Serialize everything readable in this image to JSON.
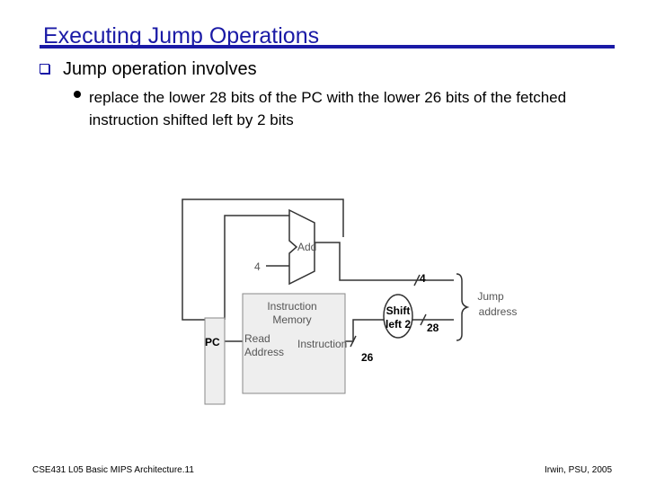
{
  "slide": {
    "title": "Executing Jump Operations",
    "bullet_main": "Jump operation involves",
    "bullet_sub": "replace the lower 28 bits of the PC with the lower 26 bits of the fetched instruction shifted left by 2 bits"
  },
  "diagram": {
    "add_label": "Add",
    "const_four": "4",
    "bus_width_top": "4",
    "imem_title_line1": "Instruction",
    "imem_title_line2": "Memory",
    "read_address_line1": "Read",
    "read_address_line2": "Address",
    "instruction_port": "Instruction",
    "pc_label": "PC",
    "shift_line1": "Shift",
    "shift_line2": "left 2",
    "bus_width_26": "26",
    "bus_width_28": "28",
    "jump_address_line1": "Jump",
    "jump_address_line2": "address"
  },
  "footer": {
    "left": "CSE431 L05 Basic MIPS Architecture.11",
    "right": "Irwin, PSU, 2005"
  },
  "colors": {
    "title": "#1a1aa6",
    "imem_fill": "#eeeeee",
    "wire": "#333333"
  }
}
